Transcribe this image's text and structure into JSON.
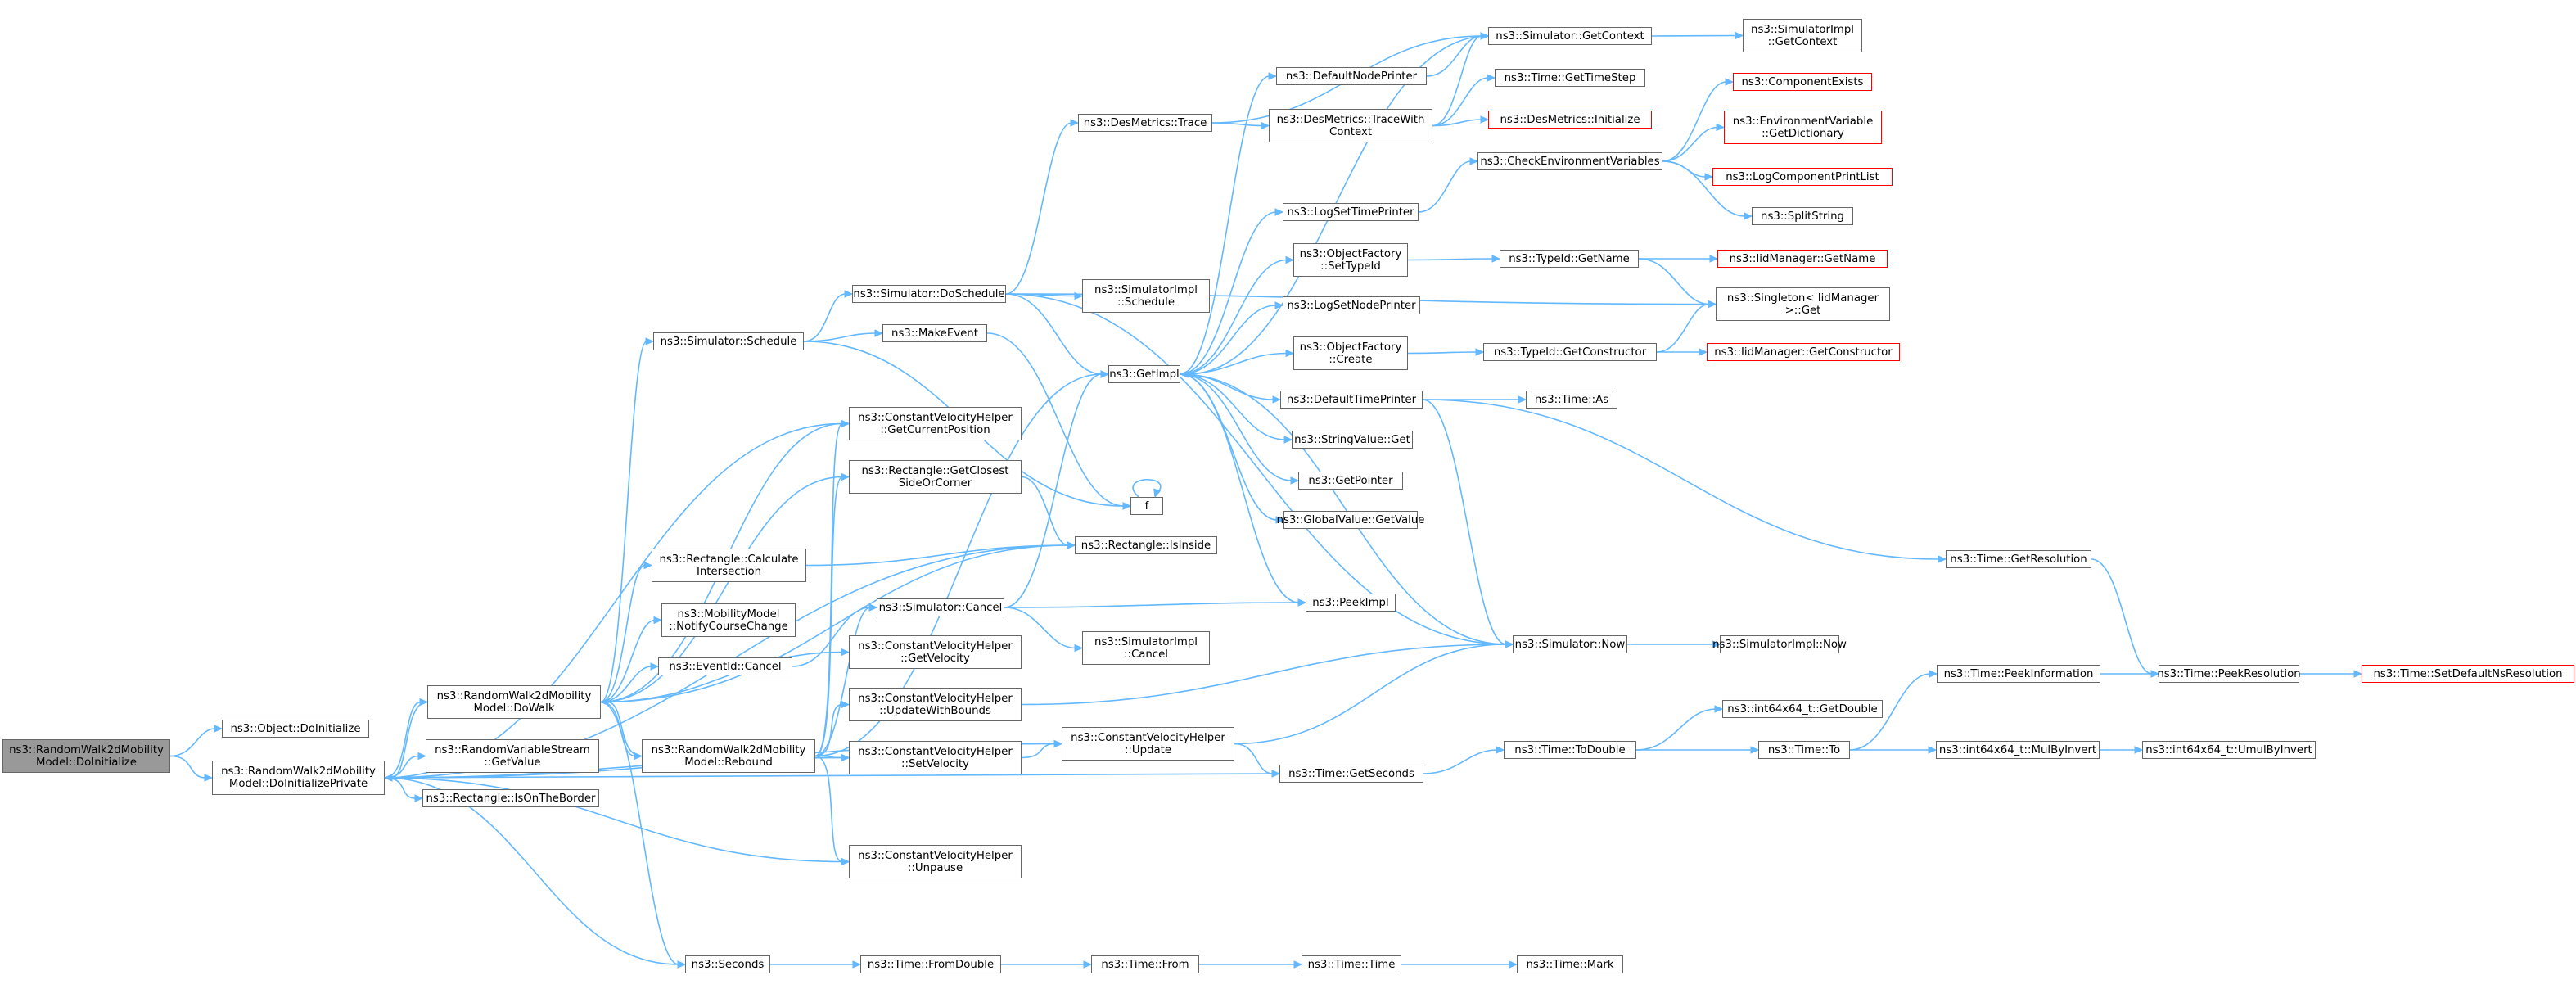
{
  "graph": {
    "kind": "call graph",
    "colors": {
      "edge": "#63b8ff",
      "node_border": "#666666",
      "truncated_border": "#ff0000",
      "root_fill": "#999999",
      "node_fill": "#ffffff"
    },
    "nodes": [
      {
        "id": "root",
        "lines": [
          "ns3::RandomWalk2dMobility",
          "Model::DoInitialize"
        ],
        "root": true
      },
      {
        "id": "doinit",
        "lines": [
          "ns3::Object::DoInitialize"
        ]
      },
      {
        "id": "doinitpriv",
        "lines": [
          "ns3::RandomWalk2dMobility",
          "Model::DoInitializePrivate"
        ]
      },
      {
        "id": "dowalk",
        "lines": [
          "ns3::RandomWalk2dMobility",
          "Model::DoWalk"
        ]
      },
      {
        "id": "rvsgetvalue",
        "lines": [
          "ns3::RandomVariableStream",
          "::GetValue"
        ]
      },
      {
        "id": "isontheborder",
        "lines": [
          "ns3::Rectangle::IsOnTheBorder"
        ]
      },
      {
        "id": "rebound",
        "lines": [
          "ns3::RandomWalk2dMobility",
          "Model::Rebound"
        ]
      },
      {
        "id": "schedule",
        "lines": [
          "ns3::Simulator::Schedule"
        ]
      },
      {
        "id": "calcint",
        "lines": [
          "ns3::Rectangle::Calculate",
          "Intersection"
        ]
      },
      {
        "id": "notify",
        "lines": [
          "ns3::MobilityModel",
          "::NotifyCourseChange"
        ]
      },
      {
        "id": "eventcancel",
        "lines": [
          "ns3::EventId::Cancel"
        ]
      },
      {
        "id": "seconds",
        "lines": [
          "ns3::Seconds"
        ]
      },
      {
        "id": "doschedule",
        "lines": [
          "ns3::Simulator::DoSchedule"
        ]
      },
      {
        "id": "makeevent",
        "lines": [
          "ns3::MakeEvent"
        ]
      },
      {
        "id": "getcurpos",
        "lines": [
          "ns3::ConstantVelocityHelper",
          "::GetCurrentPosition"
        ]
      },
      {
        "id": "getclosest",
        "lines": [
          "ns3::Rectangle::GetClosest",
          "SideOrCorner"
        ]
      },
      {
        "id": "simcancel",
        "lines": [
          "ns3::Simulator::Cancel"
        ]
      },
      {
        "id": "getvelocity",
        "lines": [
          "ns3::ConstantVelocityHelper",
          "::GetVelocity"
        ]
      },
      {
        "id": "updwithbounds",
        "lines": [
          "ns3::ConstantVelocityHelper",
          "::UpdateWithBounds"
        ]
      },
      {
        "id": "setvelocity",
        "lines": [
          "ns3::ConstantVelocityHelper",
          "::SetVelocity"
        ]
      },
      {
        "id": "unpause",
        "lines": [
          "ns3::ConstantVelocityHelper",
          "::Unpause"
        ]
      },
      {
        "id": "fromdouble",
        "lines": [
          "ns3::Time::FromDouble"
        ]
      },
      {
        "id": "destrace",
        "lines": [
          "ns3::DesMetrics::Trace"
        ]
      },
      {
        "id": "implschedule",
        "lines": [
          "ns3::SimulatorImpl",
          "::Schedule"
        ]
      },
      {
        "id": "isinside",
        "lines": [
          "ns3::Rectangle::IsInside"
        ]
      },
      {
        "id": "implcancel",
        "lines": [
          "ns3::SimulatorImpl",
          "::Cancel"
        ]
      },
      {
        "id": "cvupdate",
        "lines": [
          "ns3::ConstantVelocityHelper",
          "::Update"
        ]
      },
      {
        "id": "timefrom",
        "lines": [
          "ns3::Time::From"
        ]
      },
      {
        "id": "getimpl",
        "lines": [
          "ns3::GetImpl"
        ]
      },
      {
        "id": "f",
        "lines": [
          "f"
        ]
      },
      {
        "id": "defnodeprinter",
        "lines": [
          "ns3::DefaultNodePrinter"
        ]
      },
      {
        "id": "tracewithctx",
        "lines": [
          "ns3::DesMetrics::TraceWith",
          "Context"
        ]
      },
      {
        "id": "logsettimeprinter",
        "lines": [
          "ns3::LogSetTimePrinter"
        ]
      },
      {
        "id": "ofsettypeid",
        "lines": [
          "ns3::ObjectFactory",
          "::SetTypeId"
        ]
      },
      {
        "id": "logsetnodeprinter",
        "lines": [
          "ns3::LogSetNodePrinter"
        ]
      },
      {
        "id": "ofcreate",
        "lines": [
          "ns3::ObjectFactory",
          "::Create"
        ]
      },
      {
        "id": "deftimeprinter",
        "lines": [
          "ns3::DefaultTimePrinter"
        ]
      },
      {
        "id": "stringvalueget",
        "lines": [
          "ns3::StringValue::Get"
        ]
      },
      {
        "id": "getpointer",
        "lines": [
          "ns3::GetPointer"
        ]
      },
      {
        "id": "globalvalue",
        "lines": [
          "ns3::GlobalValue::GetValue"
        ]
      },
      {
        "id": "peekimpl",
        "lines": [
          "ns3::PeekImpl"
        ]
      },
      {
        "id": "gettimeseconds",
        "lines": [
          "ns3::Time::GetSeconds"
        ]
      },
      {
        "id": "timetime",
        "lines": [
          "ns3::Time::Time"
        ]
      },
      {
        "id": "getcontext",
        "lines": [
          "ns3::Simulator::GetContext"
        ]
      },
      {
        "id": "gettimestep",
        "lines": [
          "ns3::Time::GetTimeStep"
        ]
      },
      {
        "id": "desinit",
        "lines": [
          "ns3::DesMetrics::Initialize"
        ],
        "truncated": true
      },
      {
        "id": "checkenv",
        "lines": [
          "ns3::CheckEnvironmentVariables"
        ]
      },
      {
        "id": "typeidgetname",
        "lines": [
          "ns3::TypeId::GetName"
        ]
      },
      {
        "id": "typeidgetctor",
        "lines": [
          "ns3::TypeId::GetConstructor"
        ]
      },
      {
        "id": "timeas",
        "lines": [
          "ns3::Time::As"
        ]
      },
      {
        "id": "simnow",
        "lines": [
          "ns3::Simulator::Now"
        ]
      },
      {
        "id": "todouble",
        "lines": [
          "ns3::Time::ToDouble"
        ]
      },
      {
        "id": "timemark",
        "lines": [
          "ns3::Time::Mark"
        ]
      },
      {
        "id": "implgetcontext",
        "lines": [
          "ns3::SimulatorImpl",
          "::GetContext"
        ]
      },
      {
        "id": "compexists",
        "lines": [
          "ns3::ComponentExists"
        ],
        "truncated": true
      },
      {
        "id": "envvar",
        "lines": [
          "ns3::EnvironmentVariable",
          "::GetDictionary"
        ],
        "truncated": true
      },
      {
        "id": "logcomp",
        "lines": [
          "ns3::LogComponentPrintList"
        ],
        "truncated": true
      },
      {
        "id": "splitstring",
        "lines": [
          "ns3::SplitString"
        ]
      },
      {
        "id": "iidgetname",
        "lines": [
          "ns3::IidManager::GetName"
        ],
        "truncated": true
      },
      {
        "id": "singleton",
        "lines": [
          "ns3::Singleton< IidManager",
          " >::Get"
        ]
      },
      {
        "id": "iidgetctor",
        "lines": [
          "ns3::IidManager::GetConstructor"
        ],
        "truncated": true
      },
      {
        "id": "getresolution",
        "lines": [
          "ns3::Time::GetResolution"
        ]
      },
      {
        "id": "implnow",
        "lines": [
          "ns3::SimulatorImpl::Now"
        ]
      },
      {
        "id": "getdouble",
        "lines": [
          "ns3::int64x64_t::GetDouble"
        ]
      },
      {
        "id": "timeto",
        "lines": [
          "ns3::Time::To"
        ]
      },
      {
        "id": "peekinfo",
        "lines": [
          "ns3::Time::PeekInformation"
        ]
      },
      {
        "id": "mulbyinvert",
        "lines": [
          "ns3::int64x64_t::MulByInvert"
        ]
      },
      {
        "id": "peekres",
        "lines": [
          "ns3::Time::PeekResolution"
        ]
      },
      {
        "id": "umulbyinvert",
        "lines": [
          "ns3::int64x64_t::UmulByInvert"
        ]
      },
      {
        "id": "setdefres",
        "lines": [
          "ns3::Time::SetDefaultNsResolution"
        ],
        "truncated": true
      }
    ],
    "edges": [
      [
        "root",
        "doinit"
      ],
      [
        "root",
        "doinitpriv"
      ],
      [
        "doinitpriv",
        "dowalk"
      ],
      [
        "doinitpriv",
        "rvsgetvalue"
      ],
      [
        "doinitpriv",
        "isontheborder"
      ],
      [
        "doinitpriv",
        "getcurpos"
      ],
      [
        "doinitpriv",
        "setvelocity"
      ],
      [
        "doinitpriv",
        "unpause"
      ],
      [
        "doinitpriv",
        "cvupdate"
      ],
      [
        "doinitpriv",
        "seconds"
      ],
      [
        "doinitpriv",
        "gettimeseconds"
      ],
      [
        "doinitpriv",
        "isinside"
      ],
      [
        "dowalk",
        "schedule"
      ],
      [
        "dowalk",
        "calcint"
      ],
      [
        "dowalk",
        "notify"
      ],
      [
        "dowalk",
        "eventcancel"
      ],
      [
        "dowalk",
        "seconds"
      ],
      [
        "dowalk",
        "getcurpos"
      ],
      [
        "dowalk",
        "getclosest"
      ],
      [
        "dowalk",
        "getvelocity"
      ],
      [
        "dowalk",
        "rebound"
      ],
      [
        "dowalk",
        "isinside"
      ],
      [
        "dowalk",
        "doinitpriv"
      ],
      [
        "rebound",
        "dowalk"
      ],
      [
        "rebound",
        "getcurpos"
      ],
      [
        "rebound",
        "getclosest"
      ],
      [
        "rebound",
        "updwithbounds"
      ],
      [
        "rebound",
        "setvelocity"
      ],
      [
        "rebound",
        "unpause"
      ],
      [
        "rebound",
        "simcancel"
      ],
      [
        "rebound",
        "getimpl"
      ],
      [
        "schedule",
        "doschedule"
      ],
      [
        "schedule",
        "makeevent"
      ],
      [
        "schedule",
        "f"
      ],
      [
        "doschedule",
        "destrace"
      ],
      [
        "doschedule",
        "implschedule"
      ],
      [
        "doschedule",
        "getimpl"
      ],
      [
        "doschedule",
        "simnow"
      ],
      [
        "doschedule",
        "singleton"
      ],
      [
        "makeevent",
        "f"
      ],
      [
        "f",
        "f"
      ],
      [
        "calcint",
        "isinside"
      ],
      [
        "getclosest",
        "isinside"
      ],
      [
        "eventcancel",
        "simcancel"
      ],
      [
        "simcancel",
        "implcancel"
      ],
      [
        "simcancel",
        "peekimpl"
      ],
      [
        "simcancel",
        "getimpl"
      ],
      [
        "updwithbounds",
        "simnow"
      ],
      [
        "setvelocity",
        "cvupdate"
      ],
      [
        "cvupdate",
        "simnow"
      ],
      [
        "cvupdate",
        "gettimeseconds"
      ],
      [
        "seconds",
        "fromdouble"
      ],
      [
        "fromdouble",
        "timefrom"
      ],
      [
        "timefrom",
        "timetime"
      ],
      [
        "timetime",
        "timemark"
      ],
      [
        "destrace",
        "getcontext"
      ],
      [
        "destrace",
        "tracewithctx"
      ],
      [
        "defnodeprinter",
        "getcontext"
      ],
      [
        "tracewithctx",
        "getcontext"
      ],
      [
        "tracewithctx",
        "gettimestep"
      ],
      [
        "tracewithctx",
        "desinit"
      ],
      [
        "getcontext",
        "implgetcontext"
      ],
      [
        "getcontext",
        "getimpl"
      ],
      [
        "getimpl",
        "defnodeprinter"
      ],
      [
        "getimpl",
        "logsettimeprinter"
      ],
      [
        "getimpl",
        "ofsettypeid"
      ],
      [
        "getimpl",
        "logsetnodeprinter"
      ],
      [
        "getimpl",
        "ofcreate"
      ],
      [
        "getimpl",
        "deftimeprinter"
      ],
      [
        "getimpl",
        "stringvalueget"
      ],
      [
        "getimpl",
        "getpointer"
      ],
      [
        "getimpl",
        "globalvalue"
      ],
      [
        "getimpl",
        "peekimpl"
      ],
      [
        "getimpl",
        "simnow"
      ],
      [
        "logsettimeprinter",
        "checkenv"
      ],
      [
        "checkenv",
        "compexists"
      ],
      [
        "checkenv",
        "envvar"
      ],
      [
        "checkenv",
        "logcomp"
      ],
      [
        "checkenv",
        "splitstring"
      ],
      [
        "ofsettypeid",
        "typeidgetname"
      ],
      [
        "typeidgetname",
        "iidgetname"
      ],
      [
        "typeidgetname",
        "singleton"
      ],
      [
        "ofcreate",
        "typeidgetctor"
      ],
      [
        "typeidgetctor",
        "singleton"
      ],
      [
        "typeidgetctor",
        "iidgetctor"
      ],
      [
        "deftimeprinter",
        "timeas"
      ],
      [
        "deftimeprinter",
        "simnow"
      ],
      [
        "deftimeprinter",
        "getresolution"
      ],
      [
        "simnow",
        "implnow"
      ],
      [
        "gettimeseconds",
        "todouble"
      ],
      [
        "todouble",
        "getdouble"
      ],
      [
        "todouble",
        "timeto"
      ],
      [
        "timeto",
        "peekinfo"
      ],
      [
        "timeto",
        "mulbyinvert"
      ],
      [
        "mulbyinvert",
        "umulbyinvert"
      ],
      [
        "peekinfo",
        "peekres"
      ],
      [
        "getresolution",
        "peekres"
      ],
      [
        "peekres",
        "setdefres"
      ]
    ]
  }
}
